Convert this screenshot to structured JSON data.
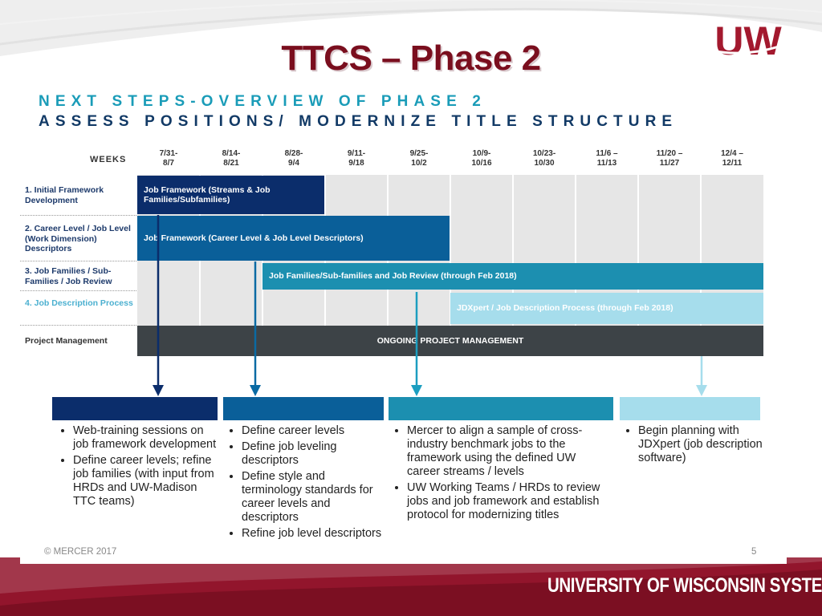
{
  "title": "TTCS – Phase 2",
  "subtitle_1": "NEXT STEPS-OVERVIEW OF PHASE 2",
  "subtitle_2": "ASSESS POSITIONS/ MODERNIZE TITLE STRUCTURE",
  "logo_text": "UW",
  "gantt": {
    "weeks_label": "WEEKS",
    "weeks": [
      {
        "l1": "7/31-",
        "l2": "8/7"
      },
      {
        "l1": "8/14-",
        "l2": "8/21"
      },
      {
        "l1": "8/28-",
        "l2": "9/4"
      },
      {
        "l1": "9/11-",
        "l2": "9/18"
      },
      {
        "l1": "9/25-",
        "l2": "10/2"
      },
      {
        "l1": "10/9-",
        "l2": "10/16"
      },
      {
        "l1": "10/23-",
        "l2": "10/30"
      },
      {
        "l1": "11/6 –",
        "l2": "11/13"
      },
      {
        "l1": "11/20 –",
        "l2": "11/27"
      },
      {
        "l1": "12/4 –",
        "l2": "12/11"
      }
    ],
    "rows": [
      {
        "label": "1. Initial Framework Development",
        "bar": "Job Framework (Streams  & Job Families/Subfamilies)",
        "color": "#0b2d6b"
      },
      {
        "label": "2. Career Level / Job Level (Work Dimension) Descriptors",
        "bar": "Job Framework (Career Level & Job Level  Descriptors)",
        "color": "#0a5f99"
      },
      {
        "label": "3. Job Families / Sub-Families / Job Review",
        "bar": "Job Families/Sub-families and Job Review (through Feb 2018)",
        "color": "#1c8fb0"
      },
      {
        "label": "4. Job Description Process",
        "bar": "JDXpert / Job Description  Process (through Feb 2018)",
        "color": "#a6ddec"
      },
      {
        "label": "Project Management",
        "bar": "ONGOING PROJECT MANAGEMENT",
        "color": "#3d4347"
      }
    ]
  },
  "columns": [
    {
      "color": "#0b2d6b",
      "items": [
        "Web-training sessions on job framework development",
        "Define career levels; refine job families (with input from HRDs and UW-Madison TTC teams)"
      ]
    },
    {
      "color": "#0a5f99",
      "items": [
        "Define career levels",
        "Define job leveling descriptors",
        "Define style and terminology standards for career levels and descriptors",
        "Refine job level descriptors"
      ]
    },
    {
      "color": "#1c8fb0",
      "items": [
        "Mercer to align a sample of cross-industry benchmark jobs to the framework using the defined UW career streams / levels",
        "UW Working Teams / HRDs to review jobs and job framework and establish protocol for modernizing titles"
      ]
    },
    {
      "color": "#a6ddec",
      "items": [
        "Begin planning with JDXpert (job description software)"
      ]
    }
  ],
  "footer": {
    "copyright": "© MERCER 2017",
    "page": "5",
    "institution": "UNIVERSITY OF WISCONSIN SYSTEM"
  }
}
